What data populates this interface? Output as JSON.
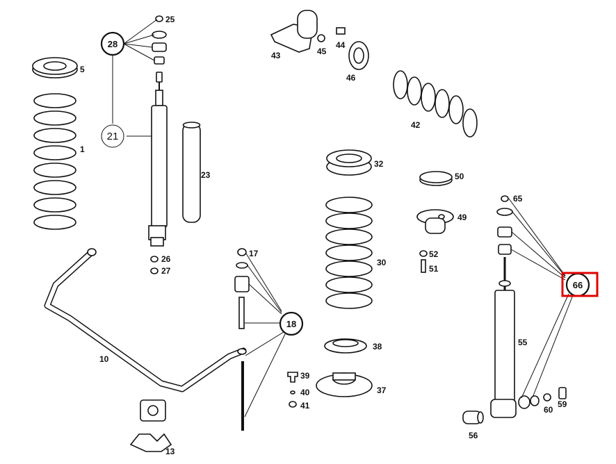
{
  "highlight_color": "#e00000",
  "labels": {
    "p1": "1",
    "p5": "5",
    "p10": "10",
    "p13": "13",
    "p17": "17",
    "p18": "18",
    "p21": "21",
    "p23": "23",
    "p25": "25",
    "p26": "26",
    "p27": "27",
    "p28": "28",
    "p30": "30",
    "p32": "32",
    "p37": "37",
    "p38": "38",
    "p39": "39",
    "p40": "40",
    "p41": "41",
    "p42": "42",
    "p43": "43",
    "p44": "44",
    "p45": "45",
    "p46": "46",
    "p49": "49",
    "p50": "50",
    "p51": "51",
    "p52": "52",
    "p55": "55",
    "p56": "56",
    "p59": "59",
    "p60": "60",
    "p65": "65",
    "p66": "66"
  }
}
